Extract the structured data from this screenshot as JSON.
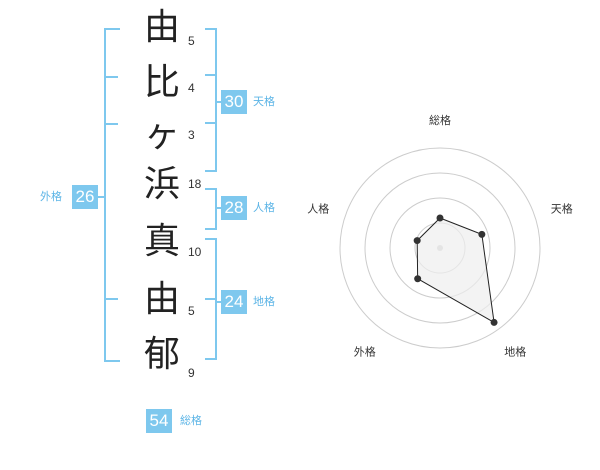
{
  "characters": [
    {
      "char": "由",
      "strokes": "5"
    },
    {
      "char": "比",
      "strokes": "4"
    },
    {
      "char": "ヶ",
      "strokes": "3"
    },
    {
      "char": "浜",
      "strokes": "18"
    },
    {
      "char": "真",
      "strokes": "10"
    },
    {
      "char": "由",
      "strokes": "5"
    },
    {
      "char": "郁",
      "strokes": "9"
    }
  ],
  "scores": {
    "tenkaku": {
      "value": "30",
      "label": "天格"
    },
    "jinkaku": {
      "value": "28",
      "label": "人格"
    },
    "chikaku": {
      "value": "24",
      "label": "地格"
    },
    "gaikaku": {
      "value": "26",
      "label": "外格"
    },
    "soukaku": {
      "value": "54",
      "label": "総格"
    }
  },
  "chart_data": {
    "type": "radar",
    "axes": [
      "総格",
      "天格",
      "地格",
      "外格",
      "人格"
    ],
    "values": [
      1.5,
      2.2,
      4.6,
      1.9,
      1.2
    ],
    "max": 5,
    "rings": 4,
    "colors": {
      "fill": "#eeeeee",
      "line": "#222222",
      "ring": "#cccccc",
      "point": "#333333"
    }
  }
}
